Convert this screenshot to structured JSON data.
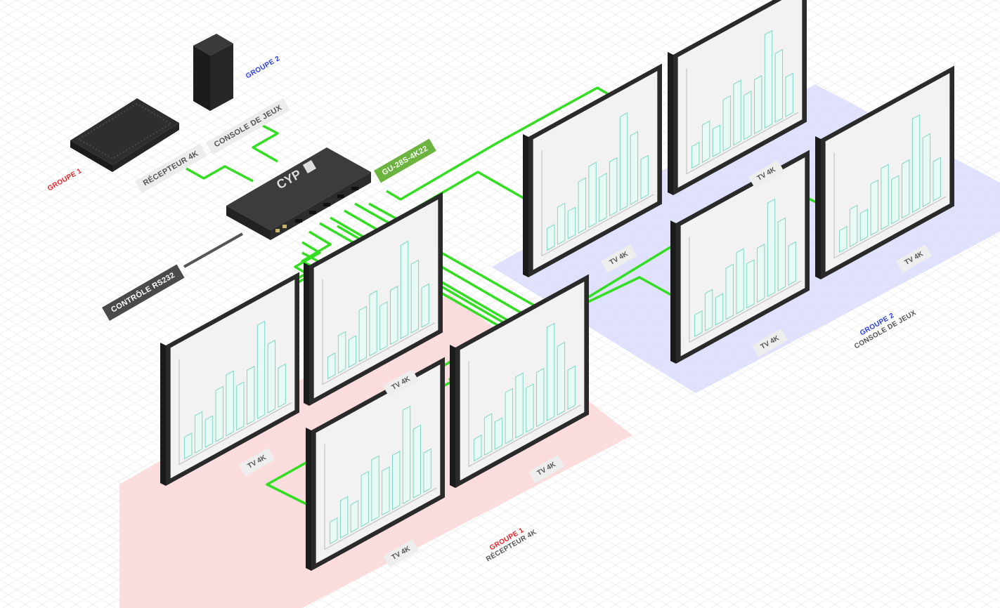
{
  "labels": {
    "group1_title": "GROUPE 1",
    "group2_title": "GROUPE 2",
    "receiver_tag": "RÉCEPTEUR 4K",
    "console_tag": "CONSOLE DE JEUX",
    "device_model": "GU-28S-4K22",
    "control_tag": "CONTRÔLE RS232",
    "zone1_title": "GROUPE 1",
    "zone1_sub": "RÉCEPTEUR 4K",
    "zone2_title": "GROUPE 2",
    "zone2_sub": "CONSOLE DE JEUX",
    "tv_label": "TV 4K",
    "brand_logo": "CYP"
  },
  "colors": {
    "cable": "#33dd22",
    "zone_red": "#fbd5d5",
    "zone_blue": "#dadcfb",
    "group1": "#e8252a",
    "group2": "#2b3fe0",
    "screen_chart": "#7fd6c4"
  },
  "icons": [
    "receiver-box-icon",
    "game-console-icon",
    "switch-device-icon",
    "tv-screen-icon"
  ]
}
